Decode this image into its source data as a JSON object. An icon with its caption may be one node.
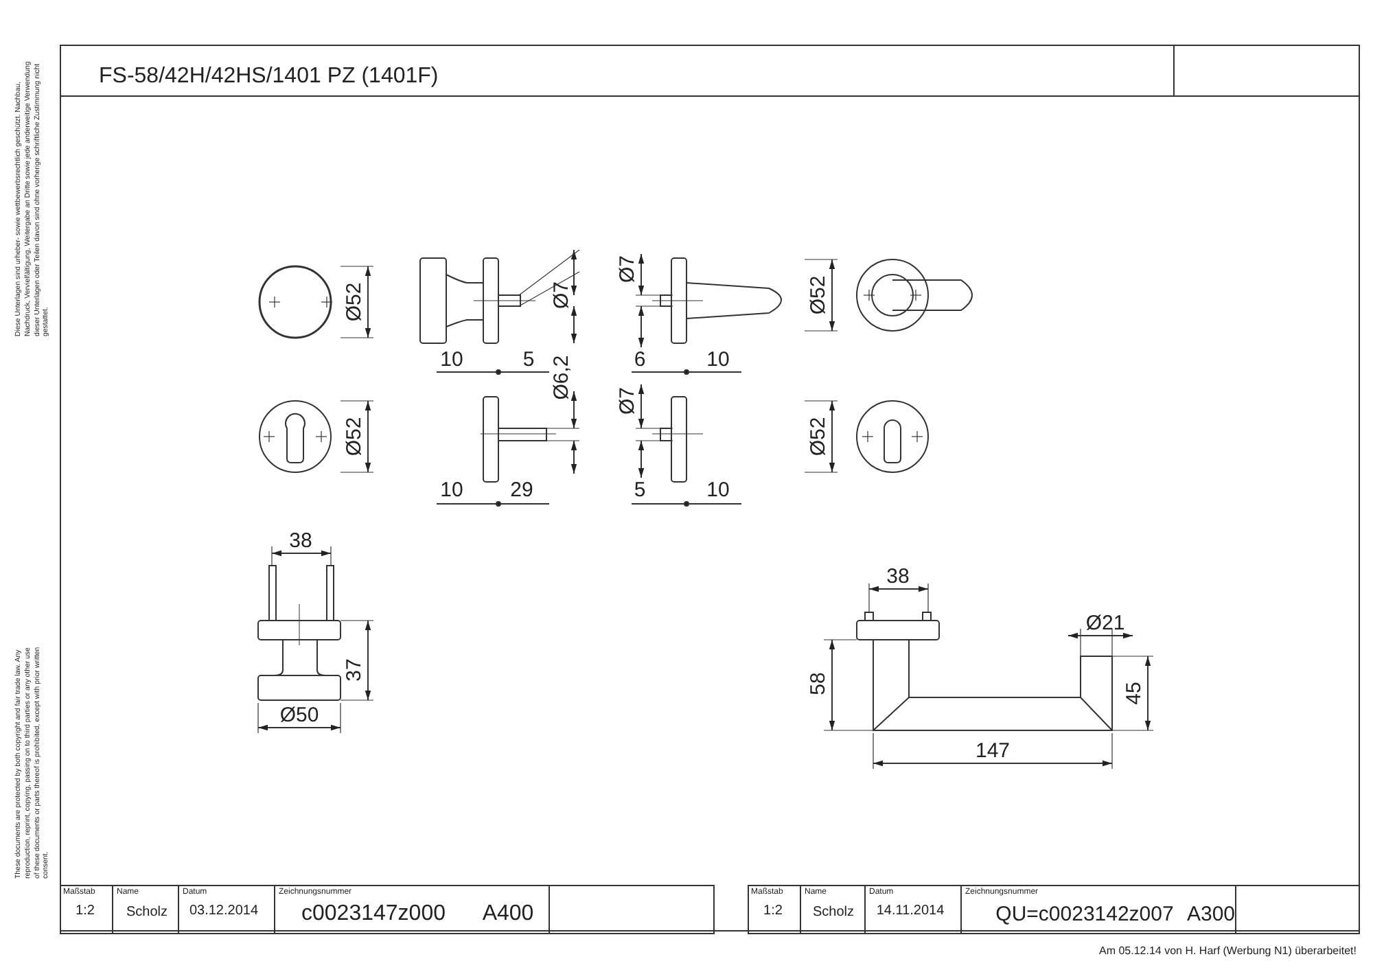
{
  "diagram": {
    "title": "FS-58/42H/42HS/1401 PZ (1401F)",
    "labels": [
      "Ø52",
      "Ø7",
      "Ø7",
      "Ø52",
      "10",
      "5",
      "6",
      "10",
      "Ø6,2",
      "Ø52",
      "Ø7",
      "Ø52",
      "10",
      "29",
      "5",
      "10",
      "38",
      "38",
      "Ø21",
      "37",
      "58",
      "45",
      "Ø50",
      "147",
      "Maßstab",
      "Name",
      "Datum",
      "Zeichnungsnummer",
      "1:2",
      "Scholz",
      "03.12.2014",
      "c0023147z000",
      "A400",
      "Maßstab",
      "Name",
      "Datum",
      "Zeichnungsnummer",
      "1:2",
      "Scholz",
      "14.11.2014",
      "QU=c0023142z007",
      "A300",
      "Am 05.12.14 von H. Harf (Werbung N1) überarbeitet!",
      "Diese Unterlagen sind urheber- sowie wettbewerbsrechtlich geschützt. Nachbau, Nachdruck, Vervielfältigung, Weitergabe an Dritte sowie jede anderweitige Verwendung dieser Unterlagen oder Teilen davon sind ohne vorherige schriftliche Zustimmung nicht gestattet.",
      "These documents are protected by both copyright and fair trade law. Any reproduction, reprint, copying, passing on to third parties or any other use of these documents or parts thereof is prohibited, except with prior written consent."
    ]
  }
}
